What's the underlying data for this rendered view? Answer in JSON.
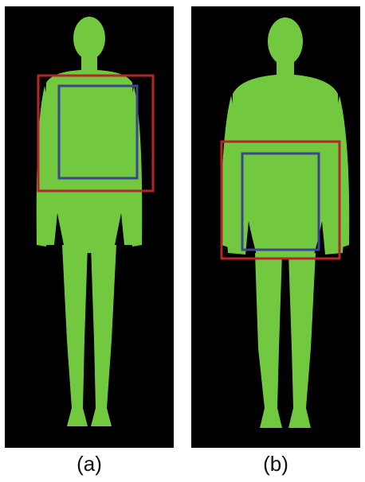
{
  "colors": {
    "background": "#000000",
    "silhouette": "#72c93f",
    "outer_box": "#b3262a",
    "inner_box": "#3b4690",
    "page": "#ffffff"
  },
  "panels": [
    {
      "label": "(a)",
      "body": "male-silhouette",
      "box_region": "upper-torso"
    },
    {
      "label": "(b)",
      "body": "female-silhouette",
      "box_region": "lower-torso"
    }
  ]
}
